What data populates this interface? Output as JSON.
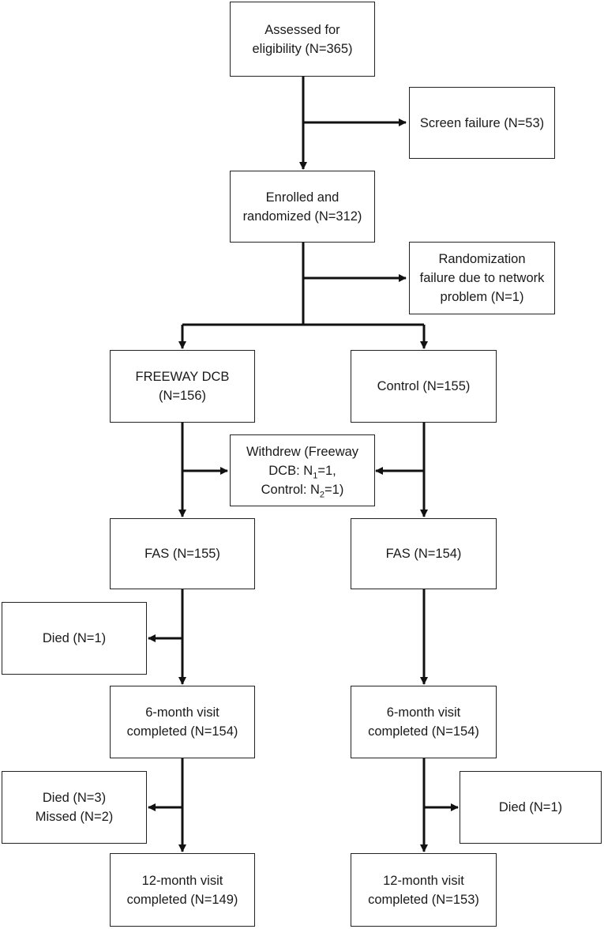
{
  "boxes": {
    "assessed": "Assessed for\neligibility (N=365)",
    "screen_failure": "Screen failure (N=53)",
    "enrolled": "Enrolled and\nrandomized (N=312)",
    "randomization_failure": "Randomization\nfailure due to network\nproblem (N=1)",
    "freeway_dcb": "FREEWAY DCB\n(N=156)",
    "control": "Control (N=155)",
    "withdrew": {
      "line1": "Withdrew (Freeway",
      "line2_pre": "DCB: N",
      "sub1": "1",
      "line2_post": "=1,",
      "line3_pre": "Control: N",
      "sub2": "2",
      "line3_post": "=1)"
    },
    "fas_left": "FAS (N=155)",
    "fas_right": "FAS (N=154)",
    "died_left_1": "Died (N=1)",
    "six_month_left": "6-month visit\ncompleted (N=154)",
    "six_month_right": "6-month visit\ncompleted (N=154)",
    "died_missed_left": "Died (N=3)\nMissed (N=2)",
    "died_right": "Died (N=1)",
    "twelve_month_left": "12-month visit\ncompleted (N=149)",
    "twelve_month_right": "12-month visit\ncompleted (N=153)"
  }
}
